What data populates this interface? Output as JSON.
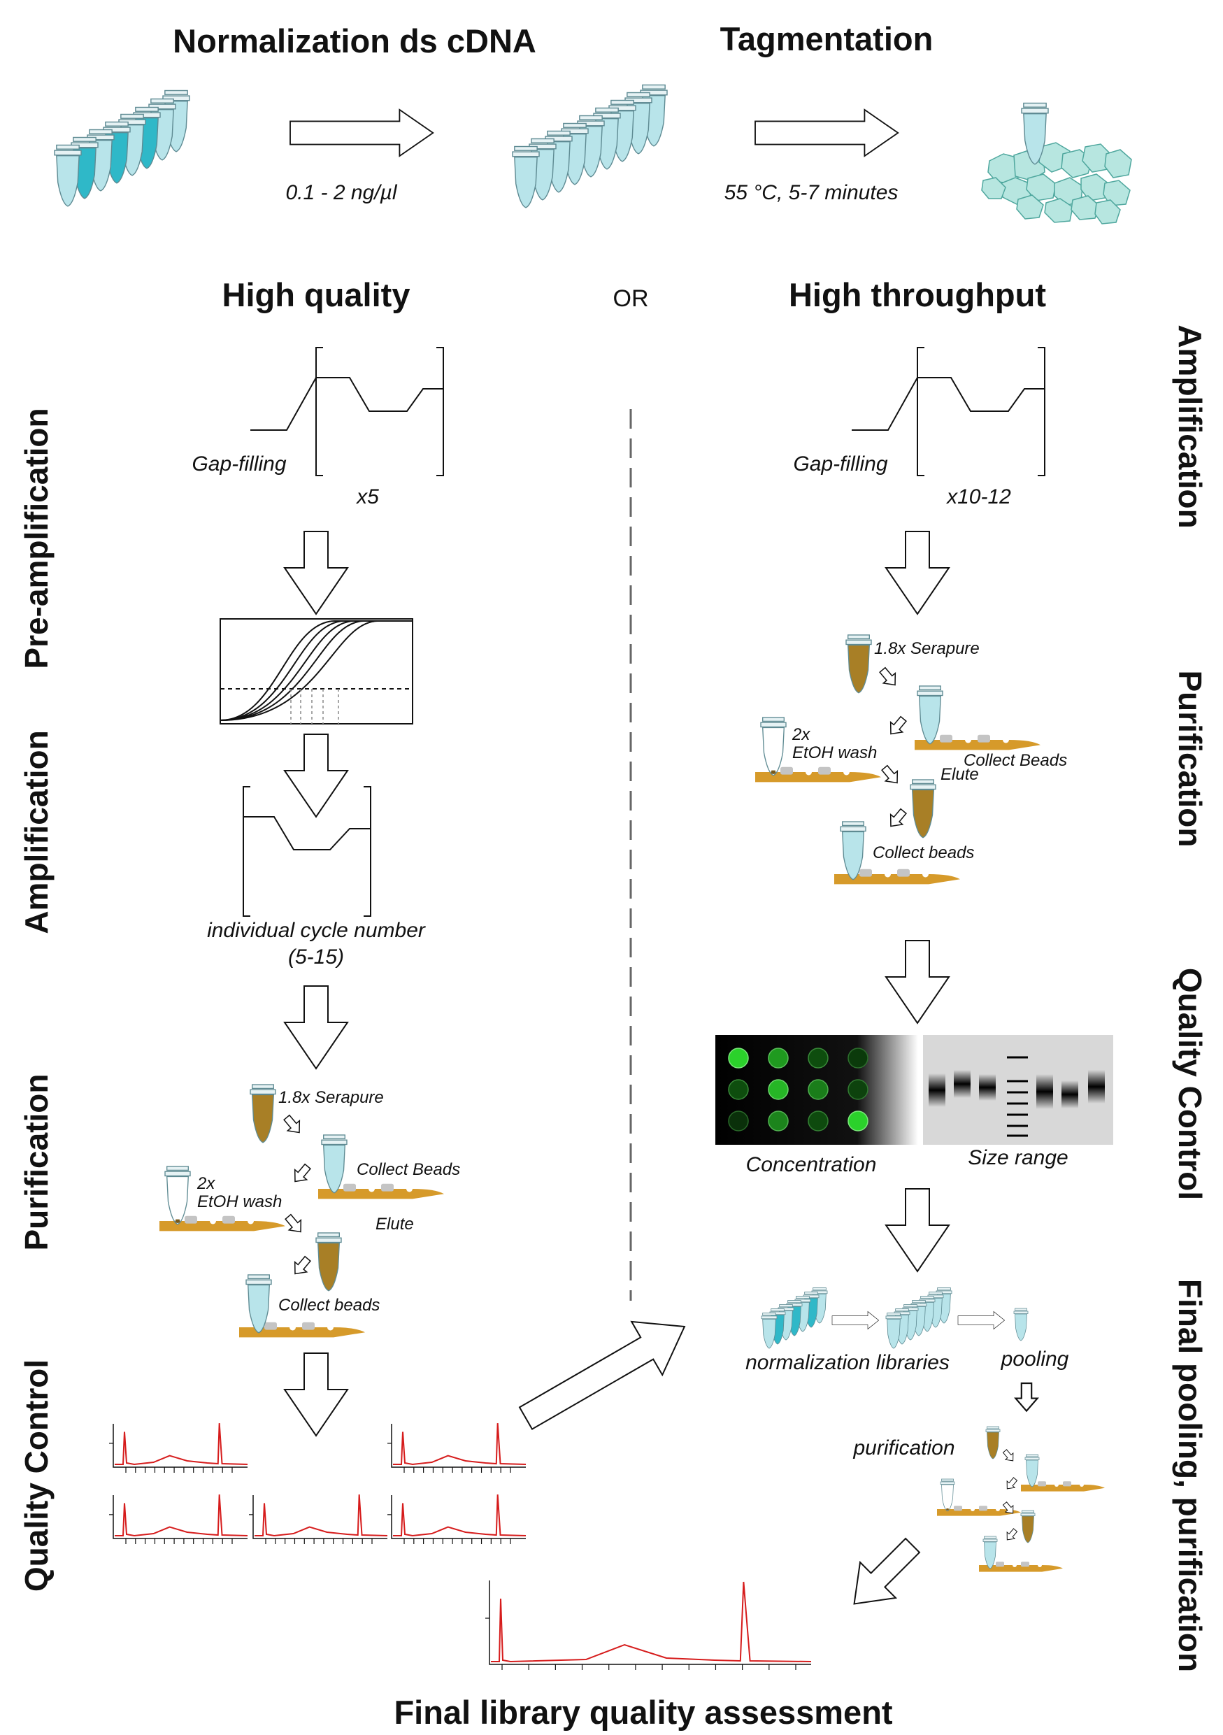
{
  "titles": {
    "normalization": "Normalization ds cDNA",
    "tagmentation": "Tagmentation",
    "high_quality": "High quality",
    "or": "OR",
    "high_throughput": "High throughput",
    "final": "Final library quality assessment"
  },
  "labels": {
    "concentration_range": "0.1 - 2 ng/µl",
    "tagmentation_conditions": "55 °C, 5-7 minutes",
    "gap_filling": "Gap-filling",
    "x5": "x5",
    "x10_12": "x10-12",
    "cycle_number": "individual cycle number",
    "cycle_range": "(5-15)",
    "serapure": "1.8x Serapure",
    "collect_beads_upper": "Collect Beads",
    "ethoh_2x": "2x",
    "ethoh_wash": "EtOH wash",
    "elute": "Elute",
    "collect_beads_lower": "Collect beads",
    "concentration": "Concentration",
    "size_range": "Size range",
    "normalization_libraries": "normalization libraries",
    "pooling": "pooling",
    "purification_small": "purification"
  },
  "side_labels": {
    "left": [
      "Pre-amplification",
      "Amplification",
      "Purification",
      "Quality Control"
    ],
    "right": [
      "Amplification",
      "Purification",
      "Quality Control",
      "Final pooling, purification"
    ]
  },
  "colors": {
    "tube_fill": "#b8e4ea",
    "tube_dark": "#2fb8c8",
    "tube_cap": "#5f8b93",
    "beads": "#a87f26",
    "magnet": "#d69a2a",
    "trace": "#d61c1c",
    "gel_bg": "#d8d8d8",
    "well_green": "#2bd12b"
  }
}
